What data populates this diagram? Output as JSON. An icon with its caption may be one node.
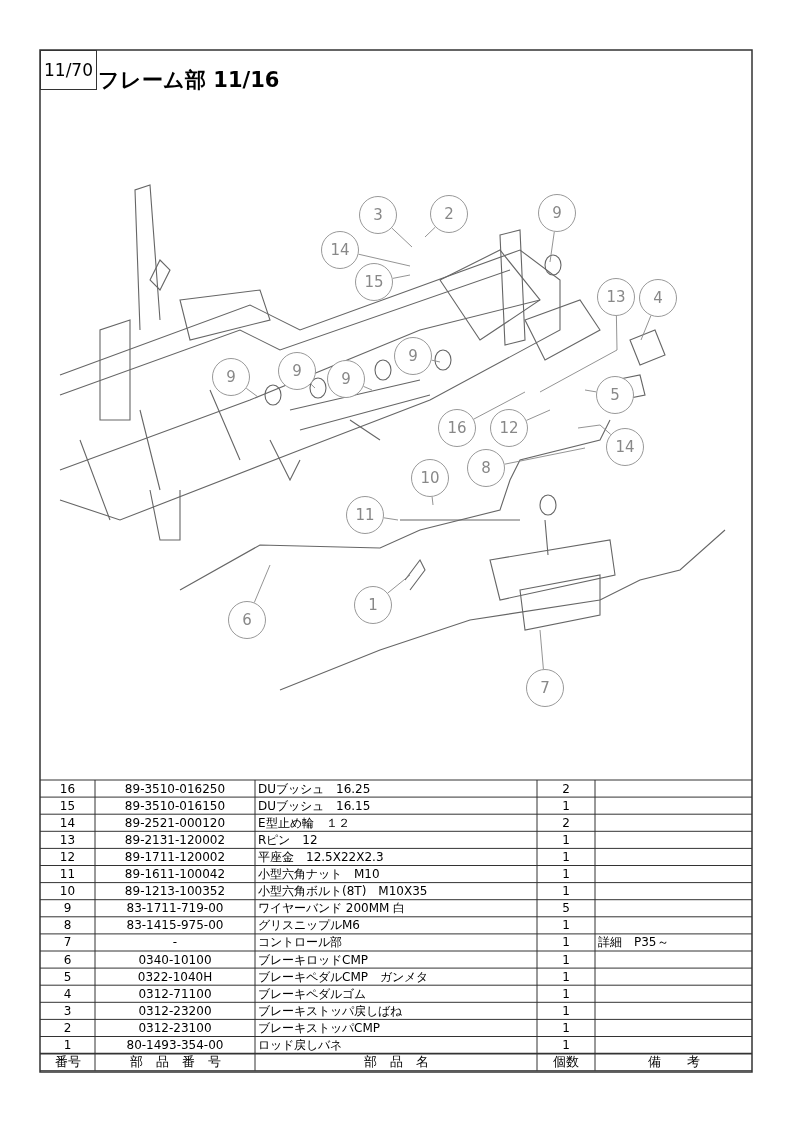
{
  "diagram": {
    "title": "フレーム部 11/16",
    "nodes": [
      {
        "text": [
          "11/70"
        ]
      },
      {
        "text": [
          "3"
        ]
      },
      {
        "text": [
          "2"
        ]
      },
      {
        "text": [
          "9"
        ]
      },
      {
        "text": [
          "14"
        ]
      },
      {
        "text": [
          "15"
        ]
      },
      {
        "text": [
          "13"
        ]
      },
      {
        "text": [
          "4"
        ]
      },
      {
        "text": [
          "9"
        ]
      },
      {
        "text": [
          "9"
        ]
      },
      {
        "text": [
          "9"
        ]
      },
      {
        "text": [
          "9"
        ]
      },
      {
        "text": [
          "5"
        ]
      },
      {
        "text": [
          "16"
        ]
      },
      {
        "text": [
          "12"
        ]
      },
      {
        "text": [
          "14"
        ]
      },
      {
        "text": [
          "8"
        ]
      },
      {
        "text": [
          "10"
        ]
      },
      {
        "text": [
          "11"
        ]
      },
      {
        "text": [
          "1"
        ]
      },
      {
        "text": [
          "6"
        ]
      },
      {
        "text": [
          "7"
        ]
      }
    ],
    "edges": [
      {
        "from": 1,
        "to": null,
        "arrow": "none"
      },
      {
        "from": 2,
        "to": null,
        "arrow": "none"
      },
      {
        "from": 3,
        "to": null,
        "arrow": "none"
      },
      {
        "from": 4,
        "to": null,
        "arrow": "none"
      },
      {
        "from": 5,
        "to": null,
        "arrow": "none"
      },
      {
        "from": 6,
        "to": null,
        "arrow": "none"
      },
      {
        "from": 7,
        "to": null,
        "arrow": "none"
      },
      {
        "from": 8,
        "to": null,
        "arrow": "none"
      },
      {
        "from": 9,
        "to": null,
        "arrow": "none"
      },
      {
        "from": 10,
        "to": null,
        "arrow": "none"
      },
      {
        "from": 11,
        "to": null,
        "arrow": "none"
      },
      {
        "from": 12,
        "to": null,
        "arrow": "none"
      },
      {
        "from": 13,
        "to": null,
        "arrow": "none"
      },
      {
        "from": 14,
        "to": null,
        "arrow": "none"
      },
      {
        "from": 15,
        "to": null,
        "arrow": "none"
      },
      {
        "from": 16,
        "to": null,
        "arrow": "none"
      },
      {
        "from": 17,
        "to": null,
        "arrow": "none"
      },
      {
        "from": 18,
        "to": null,
        "arrow": "none"
      },
      {
        "from": 19,
        "to": null,
        "arrow": "none"
      },
      {
        "from": 20,
        "to": null,
        "arrow": "none"
      },
      {
        "from": 21,
        "to": null,
        "arrow": "none"
      }
    ],
    "labels": [
      "16",
      "89-3510-016250",
      "DUブッシュ　16.25",
      "2",
      "15",
      "89-3510-016150",
      "DUブッシュ　16.15",
      "1",
      "14",
      "89-2521-000120",
      "E型止め輪　１２",
      "2",
      "13",
      "89-2131-120002",
      "Rピン　12",
      "1",
      "12",
      "89-1711-120002",
      "平座金　12.5X22X2.3",
      "1",
      "11",
      "89-1611-100042",
      "小型六角ナット　M10",
      "1",
      "10",
      "89-1213-100352",
      "小型六角ボルト(8T)　M10X35",
      "1",
      "9",
      "83-1711-719-00",
      "ワイヤーバンド 200MM 白",
      "5",
      "8",
      "83-1415-975-00",
      "グリスニップルM6",
      "1",
      "7",
      "-",
      "コントロール部",
      "1",
      "詳細　P35～",
      "6",
      "0340-10100",
      "ブレーキロッドCMP",
      "1",
      "5",
      "0322-1040H",
      "ブレーキペダルCMP　ガンメタ",
      "1",
      "4",
      "0312-71100",
      "ブレーキペダルゴム",
      "1",
      "3",
      "0312-23200",
      "ブレーキストッパ戻しばね",
      "1",
      "2",
      "0312-23100",
      "ブレーキストッパCMP",
      "1",
      "1",
      "80-1493-354-00",
      "ロッド戻しバネ",
      "1",
      "番号",
      "部　品　番　号",
      "部　品　名",
      "個数",
      "備　　考"
    ]
  }
}
